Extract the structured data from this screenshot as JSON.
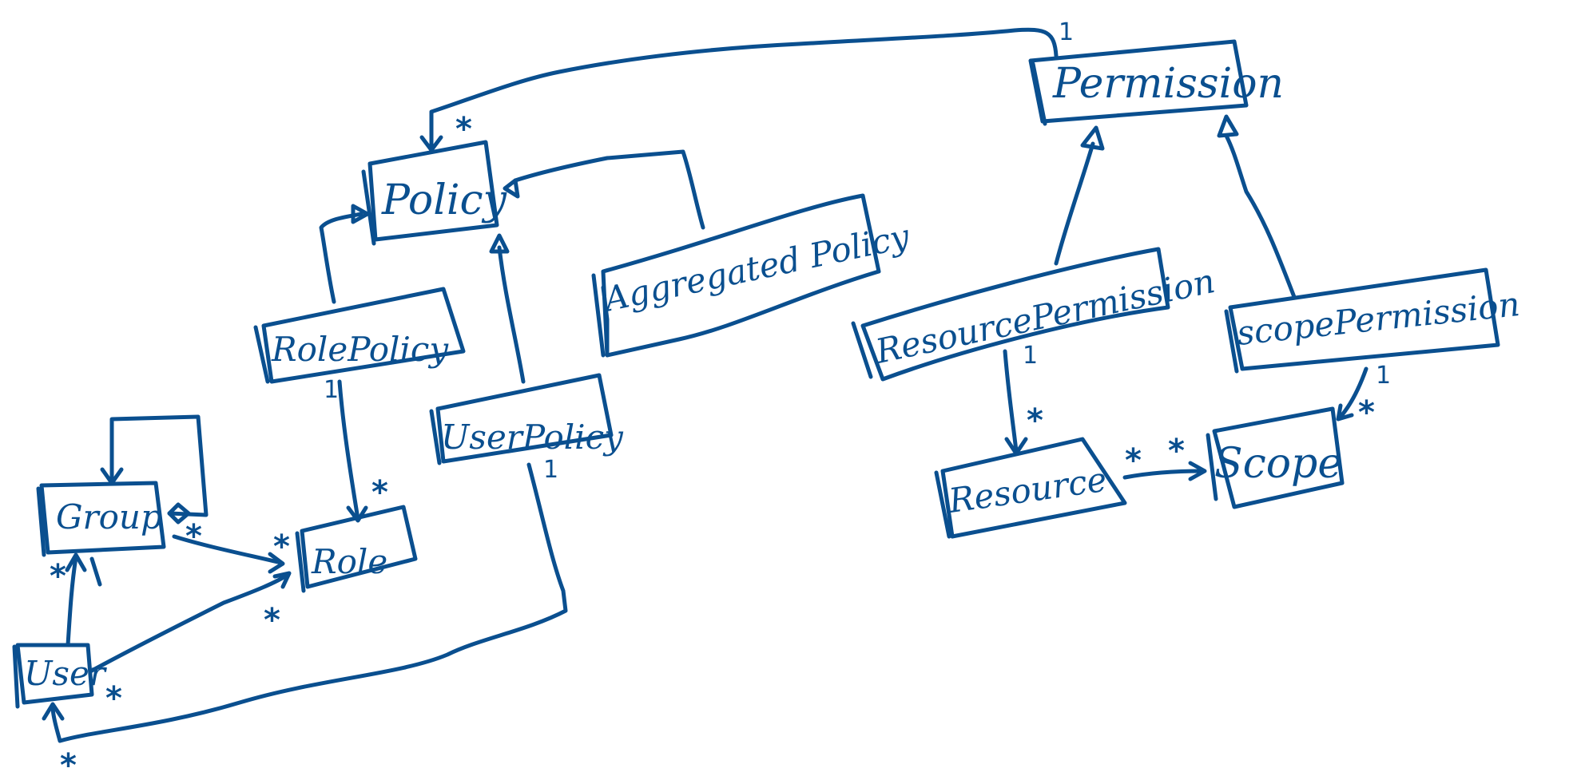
{
  "diagram": {
    "ink_color": "#0a4f8f",
    "nodes": {
      "permission": "Permission",
      "policy": "Policy",
      "role_policy": "RolePolicy",
      "aggregated_policy": "Aggregated Policy",
      "user_policy": "UserPolicy",
      "group": "Group",
      "role": "Role",
      "user": "User",
      "resource_permission": "ResourcePermission",
      "scope_permission": "scopePermission",
      "resource": "Resource",
      "scope": "Scope"
    },
    "multiplicities": {
      "star": "*",
      "one": "1"
    }
  }
}
